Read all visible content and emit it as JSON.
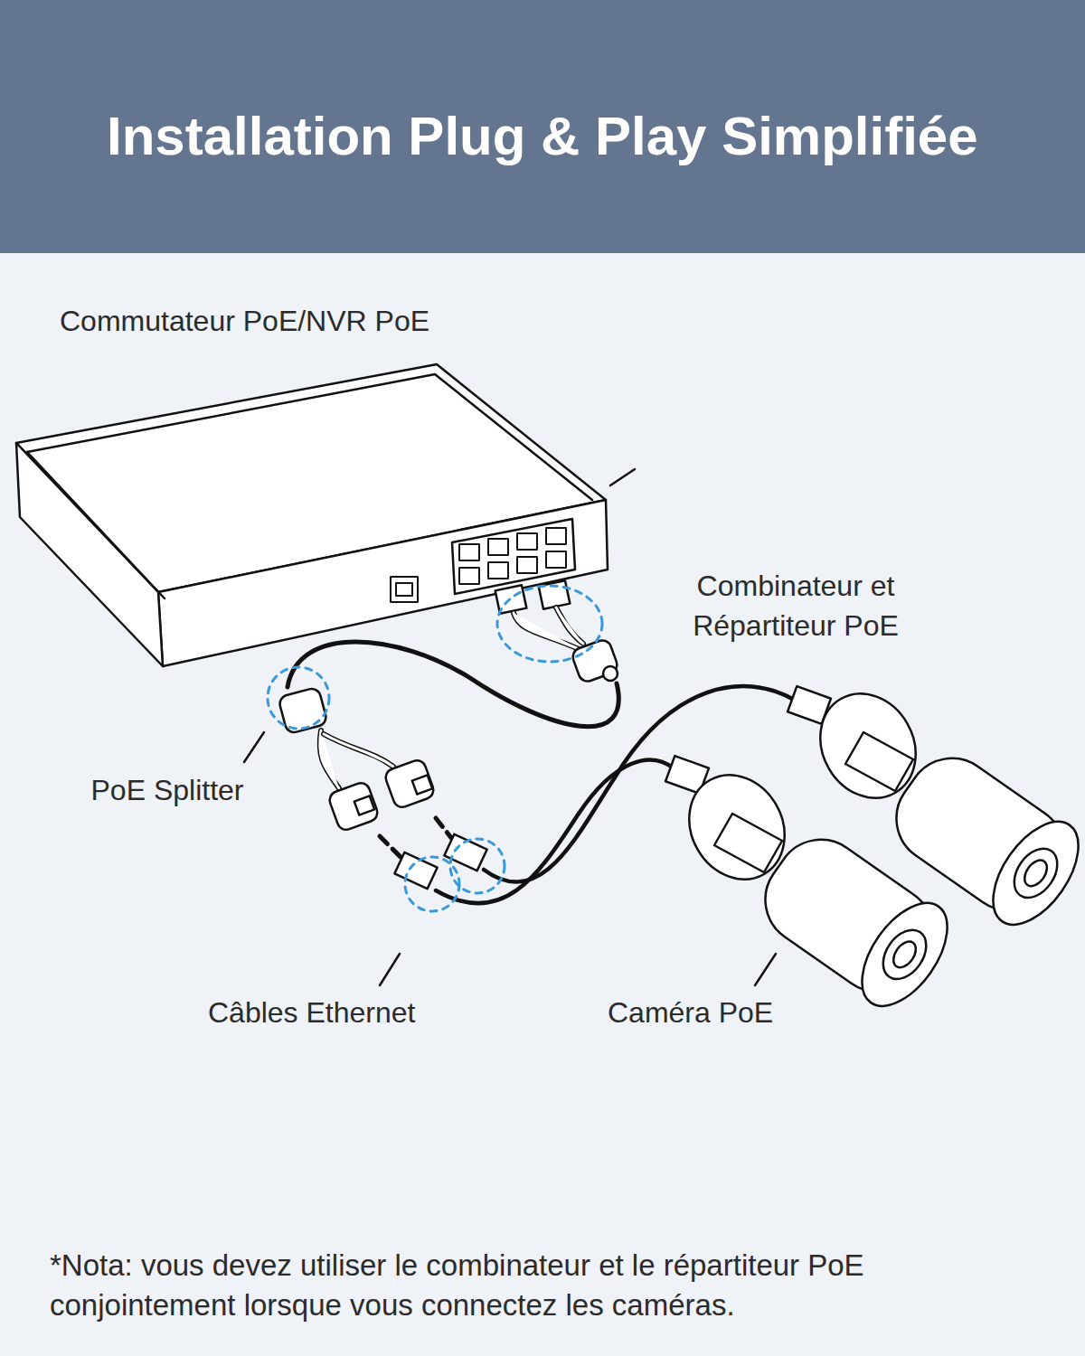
{
  "diagram": {
    "title": "Installation Plug & Play Simplifiée",
    "labels": [
      "Commutateur PoE/NVR PoE",
      "Combinateur et Répartiteur PoE",
      "PoE Splitter",
      "Câbles Ethernet",
      "Caméra PoE",
      "*Nota: vous devez utiliser le combinateur et le répartiteur PoE conjointement lorsque vous connectez les caméras."
    ]
  }
}
